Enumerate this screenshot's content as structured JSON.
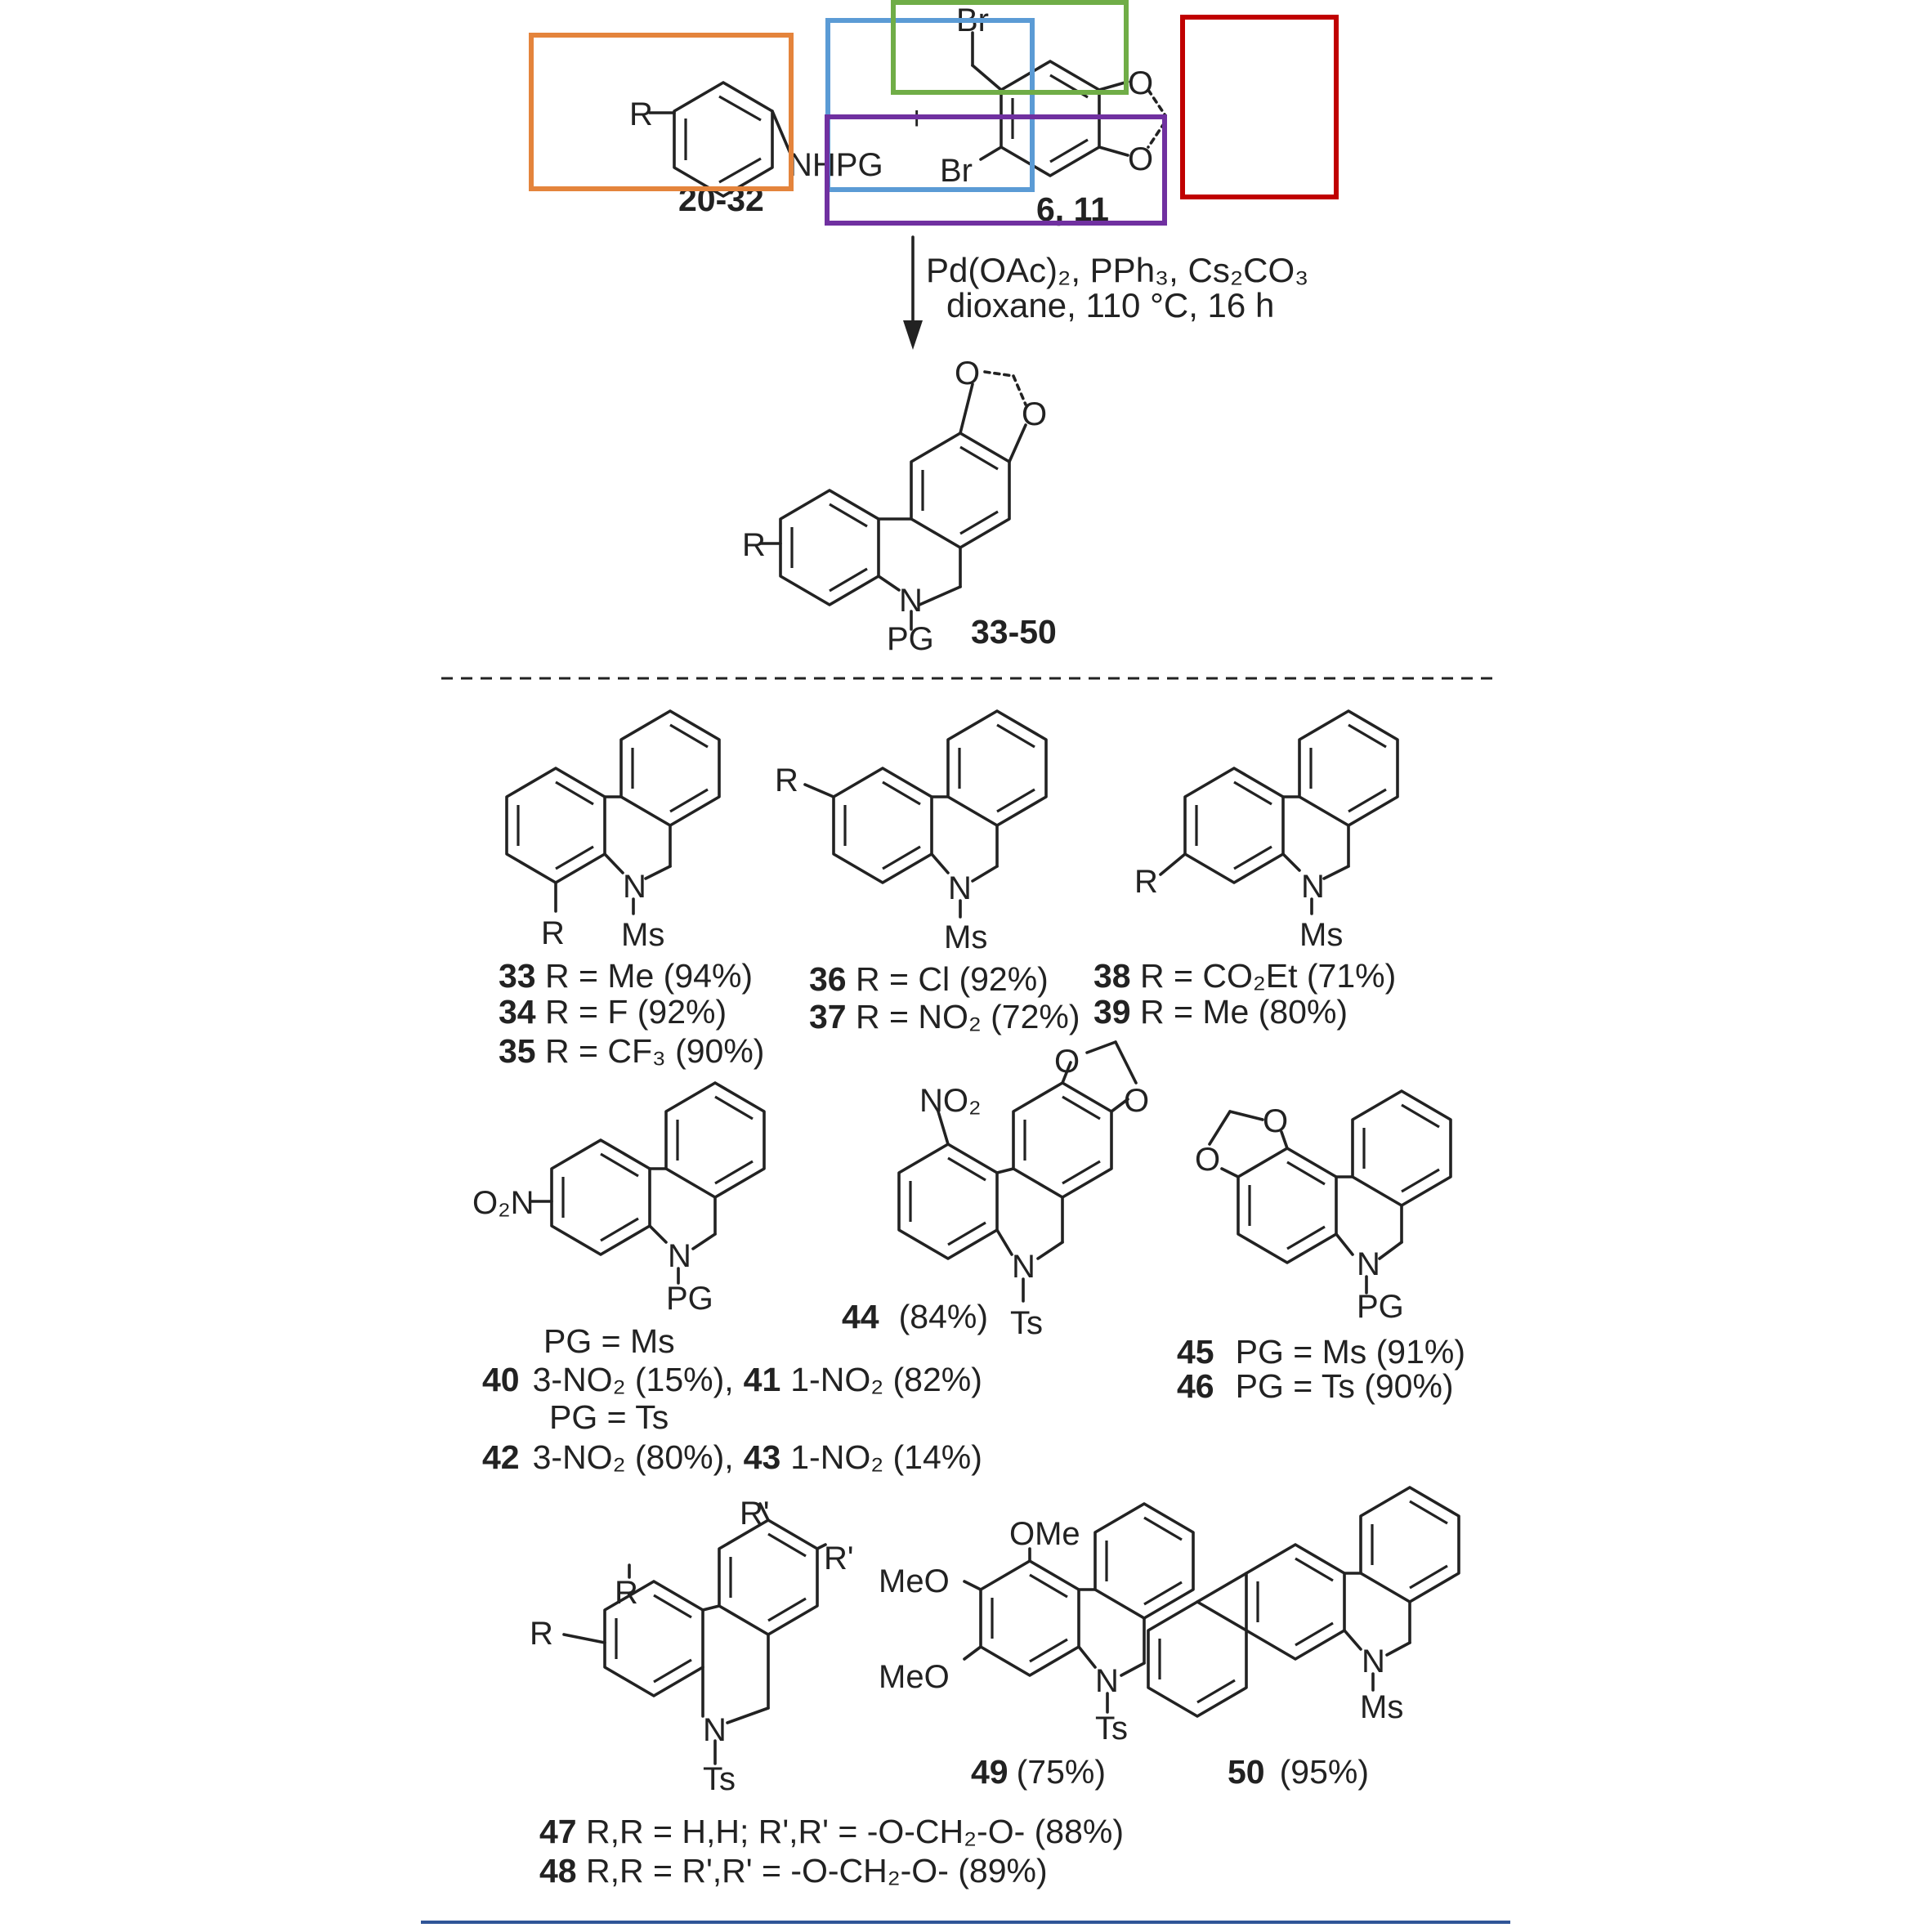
{
  "highlight_colors": {
    "orange": "#E4843C",
    "blue": "#5B9BD5",
    "green": "#70AD47",
    "purple": "#7030A0",
    "red": "#C00000",
    "rule_line": "#2F5597"
  },
  "reactants": {
    "amine_label": "20-32",
    "amine_r": "R",
    "amine_nhpg": "NHPG",
    "plus": "+",
    "dibromide_label": "6, 11",
    "br_top": "Br",
    "br_bottom": "Br",
    "o_top": "O",
    "o_bottom": "O"
  },
  "conditions": {
    "line1": "Pd(OAc)₂, PPh₃, Cs₂CO₃",
    "line2": "dioxane, 110 °C, 16 h"
  },
  "product": {
    "label": "33-50",
    "r": "R",
    "n": "N",
    "pg": "PG",
    "o1": "O",
    "o2": "O"
  },
  "row1": {
    "s1": {
      "r": "R",
      "n": "N",
      "ms": "Ms"
    },
    "s2": {
      "r": "R",
      "n": "N",
      "ms": "Ms"
    },
    "s3": {
      "r": "R",
      "n": "N",
      "ms": "Ms"
    },
    "entries": [
      {
        "num": "33",
        "text": " R = Me (94%)"
      },
      {
        "num": "34",
        "text": " R = F (92%)"
      },
      {
        "num": "35",
        "text": " R = CF₃ (90%)"
      },
      {
        "num": "36",
        "text": " R = Cl (92%)"
      },
      {
        "num": "37",
        "text": " R = NO₂ (72%)"
      },
      {
        "num": "38",
        "text": " R = CO₂Et (71%)"
      },
      {
        "num": "39",
        "text": " R = Me (80%)"
      }
    ]
  },
  "row2": {
    "s1": {
      "o2n": "O₂N",
      "n": "N",
      "pg": "PG"
    },
    "s2": {
      "no2": "NO₂",
      "n": "N",
      "ts": "Ts",
      "o1": "O",
      "o2": "O",
      "num": "44",
      "yield": "(84%)"
    },
    "s3": {
      "o1": "O",
      "o2": "O",
      "n": "N",
      "pg": "PG"
    },
    "pg_ms": "PG = Ms",
    "pg_ts": "PG = Ts",
    "line40": {
      "num1": "40",
      "t1": "3-NO₂ (15%),",
      "num2": "41",
      "t2": "1-NO₂ (82%)"
    },
    "line42": {
      "num1": "42",
      "t1": "3-NO₂ (80%),",
      "num2": "43",
      "t2": "1-NO₂ (14%)"
    },
    "entry45": {
      "num": "45",
      "text": "PG = Ms  (91%)"
    },
    "entry46": {
      "num": "46",
      "text": "PG = Ts  (90%)"
    }
  },
  "row3": {
    "s1": {
      "r1": "R",
      "r2": "R",
      "rp1": "R'",
      "rp2": "R'",
      "n": "N",
      "ts": "Ts"
    },
    "s2": {
      "ome": "OMe",
      "meo1": "MeO",
      "meo2": "MeO",
      "n": "N",
      "ts": "Ts",
      "num": "49",
      "yield": "(75%)"
    },
    "s3": {
      "n": "N",
      "ms": "Ms",
      "num": "50",
      "yield": "(95%)"
    },
    "entry47": {
      "num": "47",
      "text": " R,R = H,H; R',R' = -O-CH₂-O- (88%)"
    },
    "entry48": {
      "num": "48",
      "text": " R,R = R',R' = -O-CH₂-O- (89%)"
    }
  }
}
